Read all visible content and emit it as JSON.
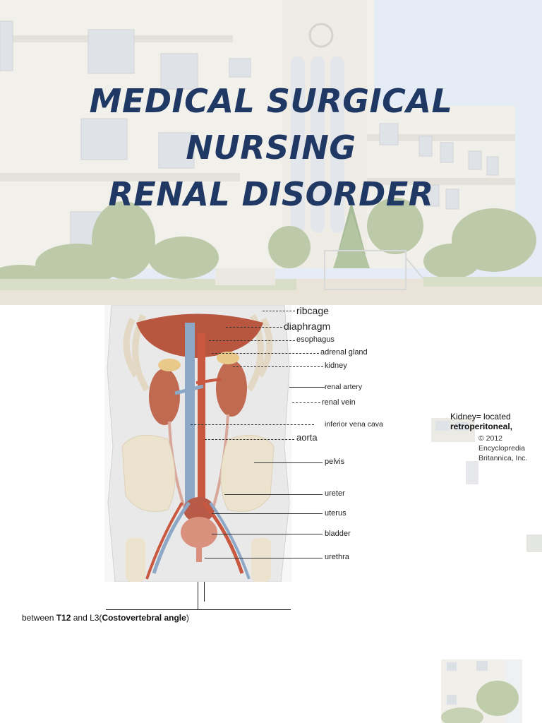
{
  "title": {
    "line1": "MEDICAL SURGICAL",
    "line2": "NURSING",
    "line3": "RENAL DISORDER"
  },
  "anatomy_labels": {
    "ribcage": "ribcage",
    "diaphragm": "diaphragm",
    "esophagus": "esophagus",
    "adrenal_gland": "adrenal gland",
    "kidney": "kidney",
    "renal_artery": "renal artery",
    "renal_vein": "renal vein",
    "inferior_vena_cava": "inferior vena cava",
    "aorta": "aorta",
    "pelvis": "pelvis",
    "ureter": "ureter",
    "uterus": "uterus",
    "bladder": "bladder",
    "urethra": "urethra"
  },
  "side_note": {
    "line1": "Kidney= located",
    "line2": "retroperitoneal,"
  },
  "credit": {
    "line1": "© 2012",
    "line2": "Encyclopredia",
    "line3": "Britannica, Inc."
  },
  "bottom": {
    "prefix": "between ",
    "t12": "T12",
    "middle": " and L3(",
    "angle": "Costovertebral angle",
    "suffix": ")"
  },
  "colors": {
    "title": "#1f3864",
    "sky": "#dfe8f4",
    "building": "#f1efea",
    "foliage": "#b9c9a4",
    "organ": "#c9664f",
    "bone": "#ece3cf"
  }
}
